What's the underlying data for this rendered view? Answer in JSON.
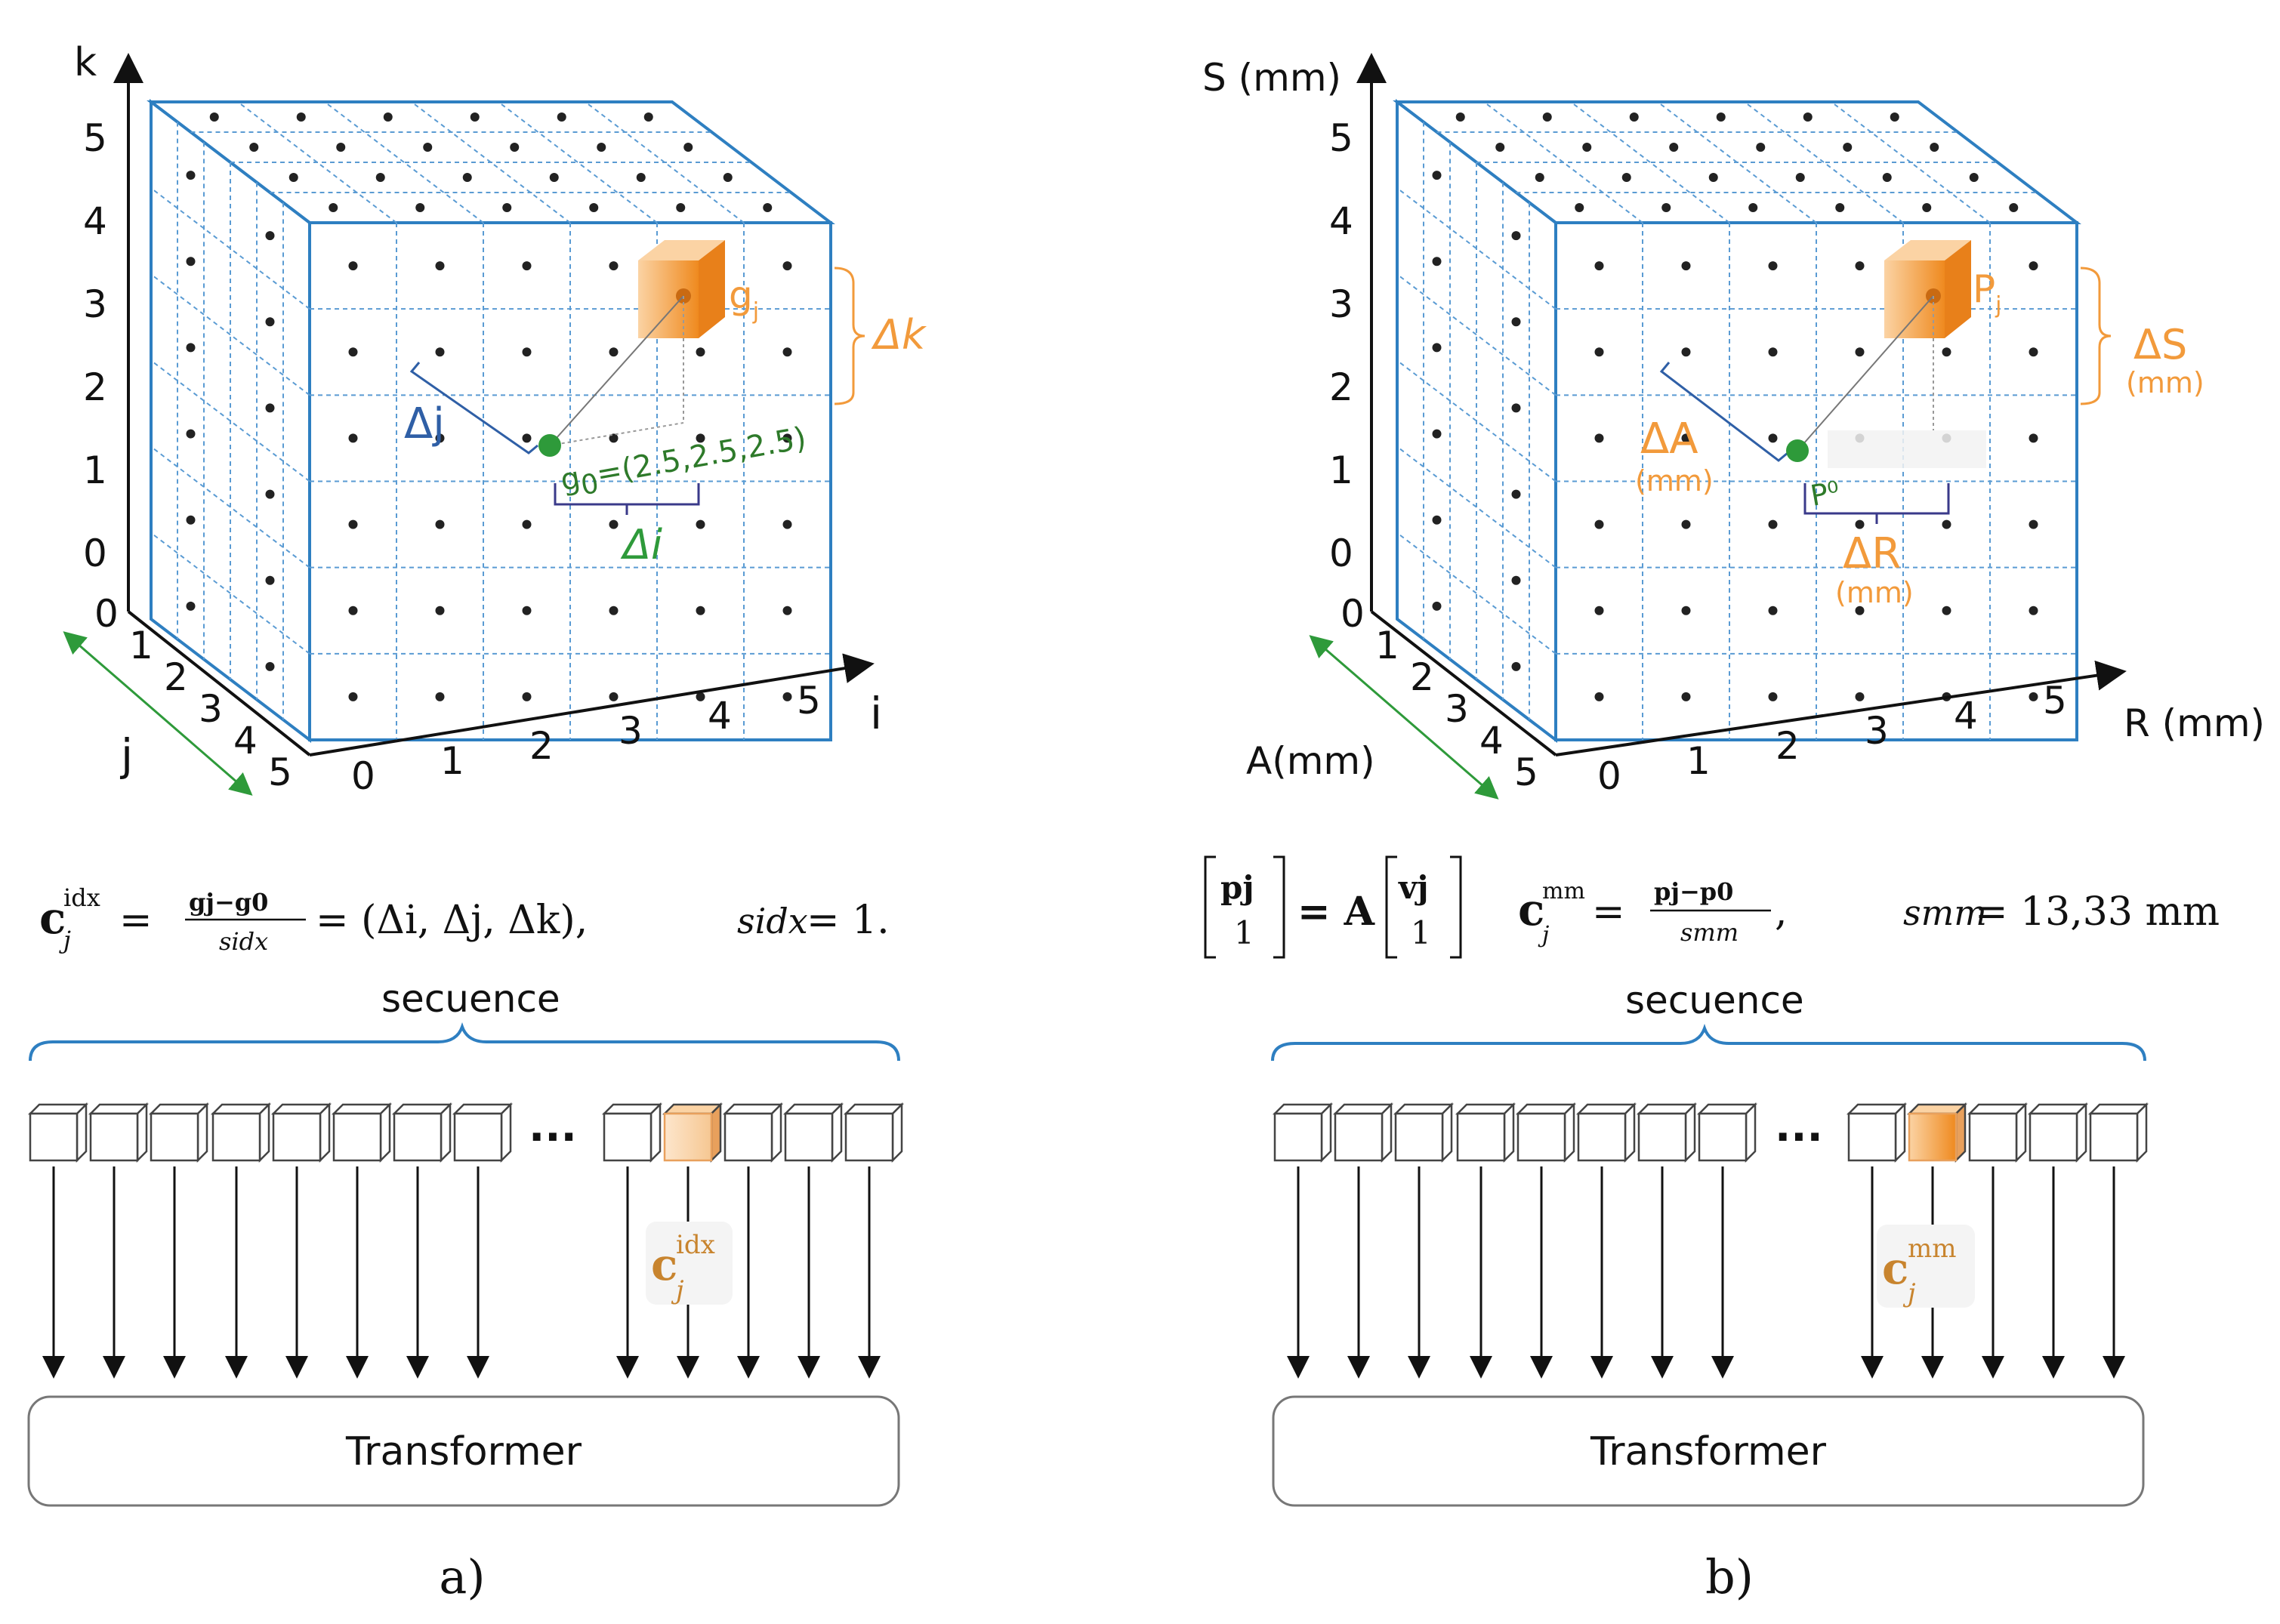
{
  "colors": {
    "grid": "#2e7fc1",
    "grid_dashed": "#5a9bd3",
    "accent_orange": "#f29a3b",
    "accent_green": "#2e9a3a",
    "delta_blue": "#2f5fa6",
    "dot": "#222222",
    "text": "#111111",
    "box_stroke": "#555555"
  },
  "panel_a": {
    "caption": "a)",
    "axes": {
      "vertical": "k",
      "depth": "j",
      "horizontal": "i"
    },
    "k_ticks": [
      "0",
      "1",
      "2",
      "3",
      "4",
      "5"
    ],
    "j_ticks": [
      "0",
      "1",
      "2",
      "3",
      "4",
      "5"
    ],
    "i_ticks": [
      "0",
      "1",
      "2",
      "3",
      "4",
      "5"
    ],
    "point_label": "g",
    "point_subscript": "j",
    "origin_label": "g",
    "origin_subscript": "0",
    "origin_value": "=(2.5,2.5,2.5)",
    "delta_vertical": "Δk",
    "delta_depth": "Δj",
    "delta_horizontal": "Δi",
    "formula": {
      "lhs_base": "c",
      "lhs_sup": "idx",
      "lhs_sub": "j",
      "eq": "=",
      "frac_num": "gj−g0",
      "frac_den": "sidx",
      "rhs": "= (Δi, Δj, Δk),",
      "scale_lhs": "sidx",
      "scale_rhs": "= 1."
    },
    "sequence_label": "secuence",
    "ellipsis": "···",
    "token_label_base": "c",
    "token_label_sup": "idx",
    "token_label_sub": "j",
    "transformer_label": "Transformer"
  },
  "panel_b": {
    "caption": "b)",
    "axes": {
      "vertical": "S (mm)",
      "depth": "A(mm)",
      "horizontal": "R (mm)"
    },
    "s_ticks": [
      "0",
      "1",
      "2",
      "3",
      "4",
      "5"
    ],
    "a_ticks": [
      "0",
      "1",
      "2",
      "3",
      "4",
      "5"
    ],
    "r_ticks": [
      "0",
      "1",
      "2",
      "3",
      "4",
      "5"
    ],
    "point_label": "P",
    "point_subscript": "j",
    "origin_label": "P⁰",
    "delta_vertical": "ΔS",
    "delta_vertical_unit": "(mm)",
    "delta_depth": "ΔA",
    "delta_depth_unit": "(mm)",
    "delta_horizontal": "ΔR",
    "delta_horizontal_unit": "(mm)",
    "formula": {
      "matrix_top_left": "pj",
      "matrix_bottom_left": "1",
      "eq1": "= A",
      "matrix_top_right": "vj",
      "matrix_bottom_right": "1",
      "lhs_base": "c",
      "lhs_sup": "mm",
      "lhs_sub": "j",
      "eq": "=",
      "frac_num": "pj−p0",
      "frac_den": "smm",
      "comma": ",",
      "scale_lhs": "smm",
      "scale_rhs": "= 13,33 mm"
    },
    "sequence_label": "secuence",
    "ellipsis": "···",
    "token_label_base": "c",
    "token_label_sup": "mm",
    "token_label_sub": "j",
    "transformer_label": "Transformer"
  }
}
